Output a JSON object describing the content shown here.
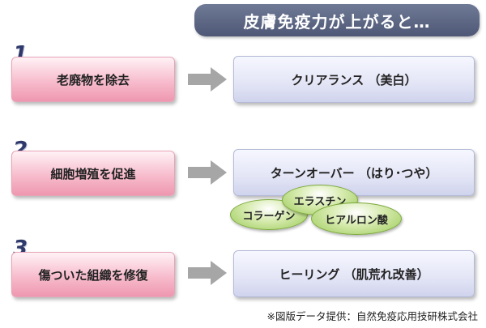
{
  "banner_title": "皮膚免疫力が上がると…",
  "rows": [
    {
      "number": "1",
      "cause": "老廃物を除去",
      "effect": "クリアランス （美白）"
    },
    {
      "number": "2",
      "cause": "細胞増殖を促進",
      "effect": "ターンオーバー （はり･つや）"
    },
    {
      "number": "3",
      "cause": "傷ついた組織を修復",
      "effect": "ヒーリング （肌荒れ改善）"
    }
  ],
  "ingredients": [
    "コラーゲン",
    "エラスチン",
    "ヒアルロン酸"
  ],
  "credit": "※図版データ提供：自然免疫応用技研株式会社",
  "colors": {
    "banner": "#5a6482",
    "number": "#2f3a6b",
    "cause_box": "#f4aec2",
    "effect_box": "#e0e3f4",
    "ingredient_oval": "#b6d97c",
    "arrow": "#a6a6a6"
  }
}
